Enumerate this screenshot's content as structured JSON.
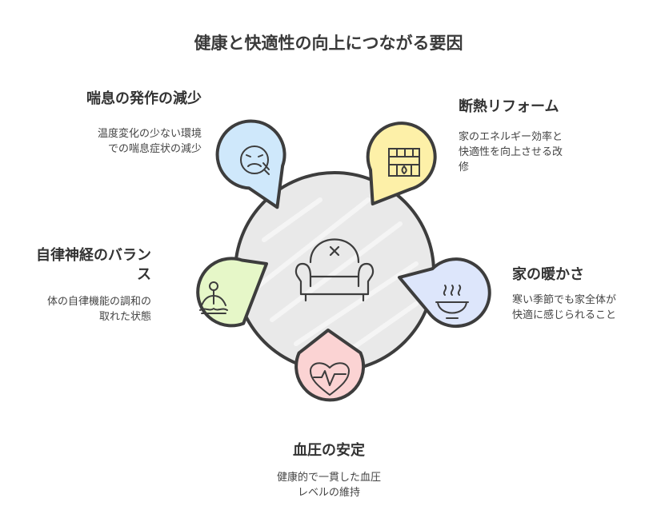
{
  "title": "健康と快適性の向上につながる要因",
  "center": {
    "icon": "armchair-icon"
  },
  "factors": [
    {
      "id": "asthma",
      "label": "喘息の発作の減少",
      "description_lines": [
        "温度変化の少ない環境",
        "での喘息症状の減少"
      ],
      "icon": "sick-face-icon",
      "color": "#cfe8fb"
    },
    {
      "id": "renovation",
      "label": "断熱リフォーム",
      "description_lines": [
        "家のエネルギー効率と",
        "快適性を向上させる改",
        "修"
      ],
      "icon": "brick-fireplace-icon",
      "color": "#fdf0a8"
    },
    {
      "id": "warmth",
      "label": "家の暖かさ",
      "description_lines": [
        "寒い季節でも家全体が",
        "快適に感じられること"
      ],
      "icon": "hot-bowl-icon",
      "color": "#dde6fb"
    },
    {
      "id": "blood-pressure",
      "label": "血圧の安定",
      "description_lines": [
        "健康的で一貫した血圧",
        "レベルの維持"
      ],
      "icon": "heartbeat-icon",
      "color": "#fbd3d3"
    },
    {
      "id": "autonomic",
      "label_lines": [
        "自律神経のバラン",
        "ス"
      ],
      "description_lines": [
        "体の自律機能の調和の",
        "取れた状態"
      ],
      "icon": "meditation-icon",
      "color": "#e6f7c8"
    }
  ],
  "colors": {
    "outline": "#3d3d3d",
    "center_fill": "#e9e9e9"
  }
}
